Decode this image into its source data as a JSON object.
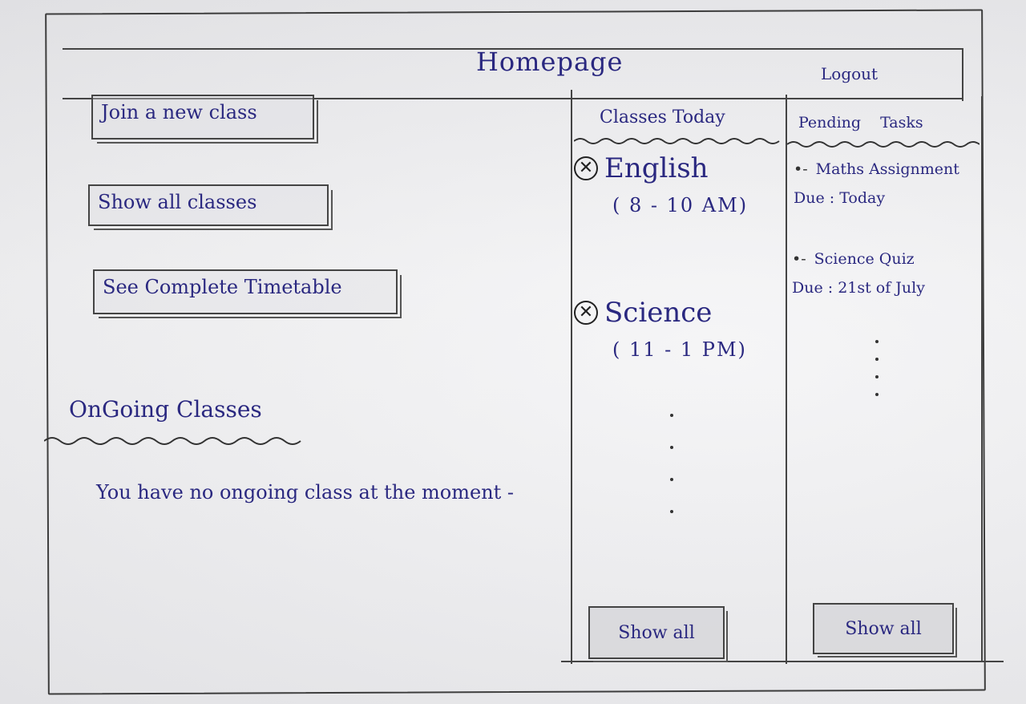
{
  "header": {
    "title": "Homepage",
    "logout_label": "Logout"
  },
  "actions": {
    "join_class": "Join a new class",
    "show_all_classes": "Show all classes",
    "timetable": "See Complete Timetable"
  },
  "ongoing": {
    "title": "OnGoing Classes",
    "message": "You have no ongoing class at the moment -"
  },
  "classes_today": {
    "title": "Classes Today",
    "items": [
      {
        "name": "English",
        "time": "( 8 - 10 AM)"
      },
      {
        "name": "Science",
        "time": "( 11 - 1 PM)"
      }
    ],
    "show_all_label": "Show all"
  },
  "pending_tasks": {
    "title": "Pending Tasks",
    "items": [
      {
        "name": "Maths Assignment",
        "due": "Due : Today"
      },
      {
        "name": "Science Quiz",
        "due": "Due : 21st of July"
      }
    ],
    "show_all_label": "Show all"
  },
  "icons": {
    "class_remove": "x-circle-icon"
  }
}
